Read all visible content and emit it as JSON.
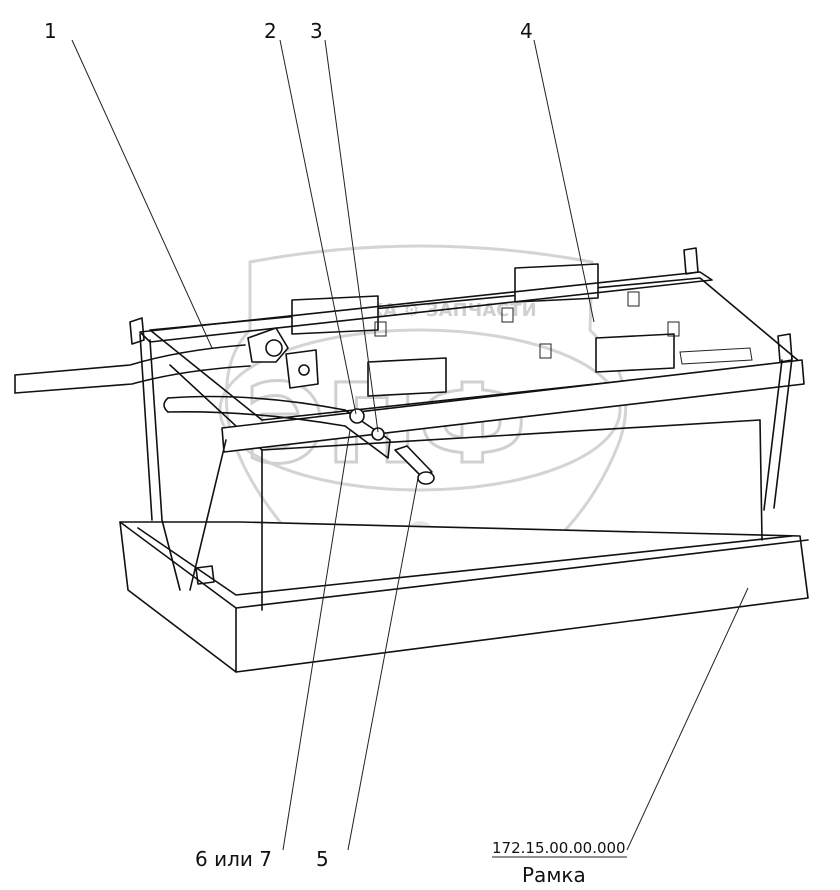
{
  "callouts": {
    "c1": "1",
    "c2": "2",
    "c3": "3",
    "c4": "4",
    "bottom_left": "6 или 7",
    "bottom_right": "5"
  },
  "title_block": {
    "code": "172.15.00.00.000",
    "name": "Рамка"
  },
  "watermark": {
    "line": "ТЕХНИКА ⚙ ЗАПЧАСТИ",
    "letters": "ЭПФ"
  }
}
